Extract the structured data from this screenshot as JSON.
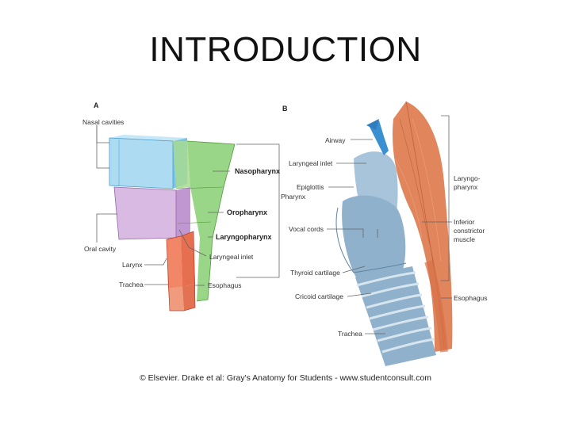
{
  "slide": {
    "title": "INTRODUCTION",
    "credit": "© Elsevier. Drake et al: Gray's Anatomy for Students - www.studentconsult.com"
  },
  "panel_a": {
    "letter": "A",
    "labels": {
      "nasal_cavities": "Nasal cavities",
      "nasopharynx": "Nasopharynx",
      "pharynx": "Pharynx",
      "oropharynx": "Oropharynx",
      "laryngopharynx": "Laryngopharynx",
      "laryngeal_inlet": "Laryngeal inlet",
      "oral_cavity": "Oral cavity",
      "larynx": "Larynx",
      "trachea": "Trachea",
      "esophagus": "Esophagus"
    },
    "colors": {
      "nasal": "#7cc6ea",
      "oral": "#c9a3d6",
      "pharynx": "#8fd17a",
      "larynx": "#ef7a55"
    }
  },
  "panel_b": {
    "letter": "B",
    "labels": {
      "airway": "Airway",
      "laryngeal_inlet": "Laryngeal inlet",
      "epiglottis": "Epiglottis",
      "vocal_cords": "Vocal cords",
      "thyroid_cartilage": "Thyroid cartilage",
      "cricoid_cartilage": "Cricoid cartilage",
      "trachea": "Trachea",
      "laryngopharynx_1": "Laryngo-",
      "laryngopharynx_2": "pharynx",
      "inferior_constrictor_1": "Inferior",
      "inferior_constrictor_2": "constrictor",
      "inferior_constrictor_3": "muscle",
      "esophagus": "Esophagus"
    },
    "colors": {
      "muscle": "#e0855c",
      "cartilage": "#8fb1cc",
      "airway": "#3a8fd0"
    }
  }
}
